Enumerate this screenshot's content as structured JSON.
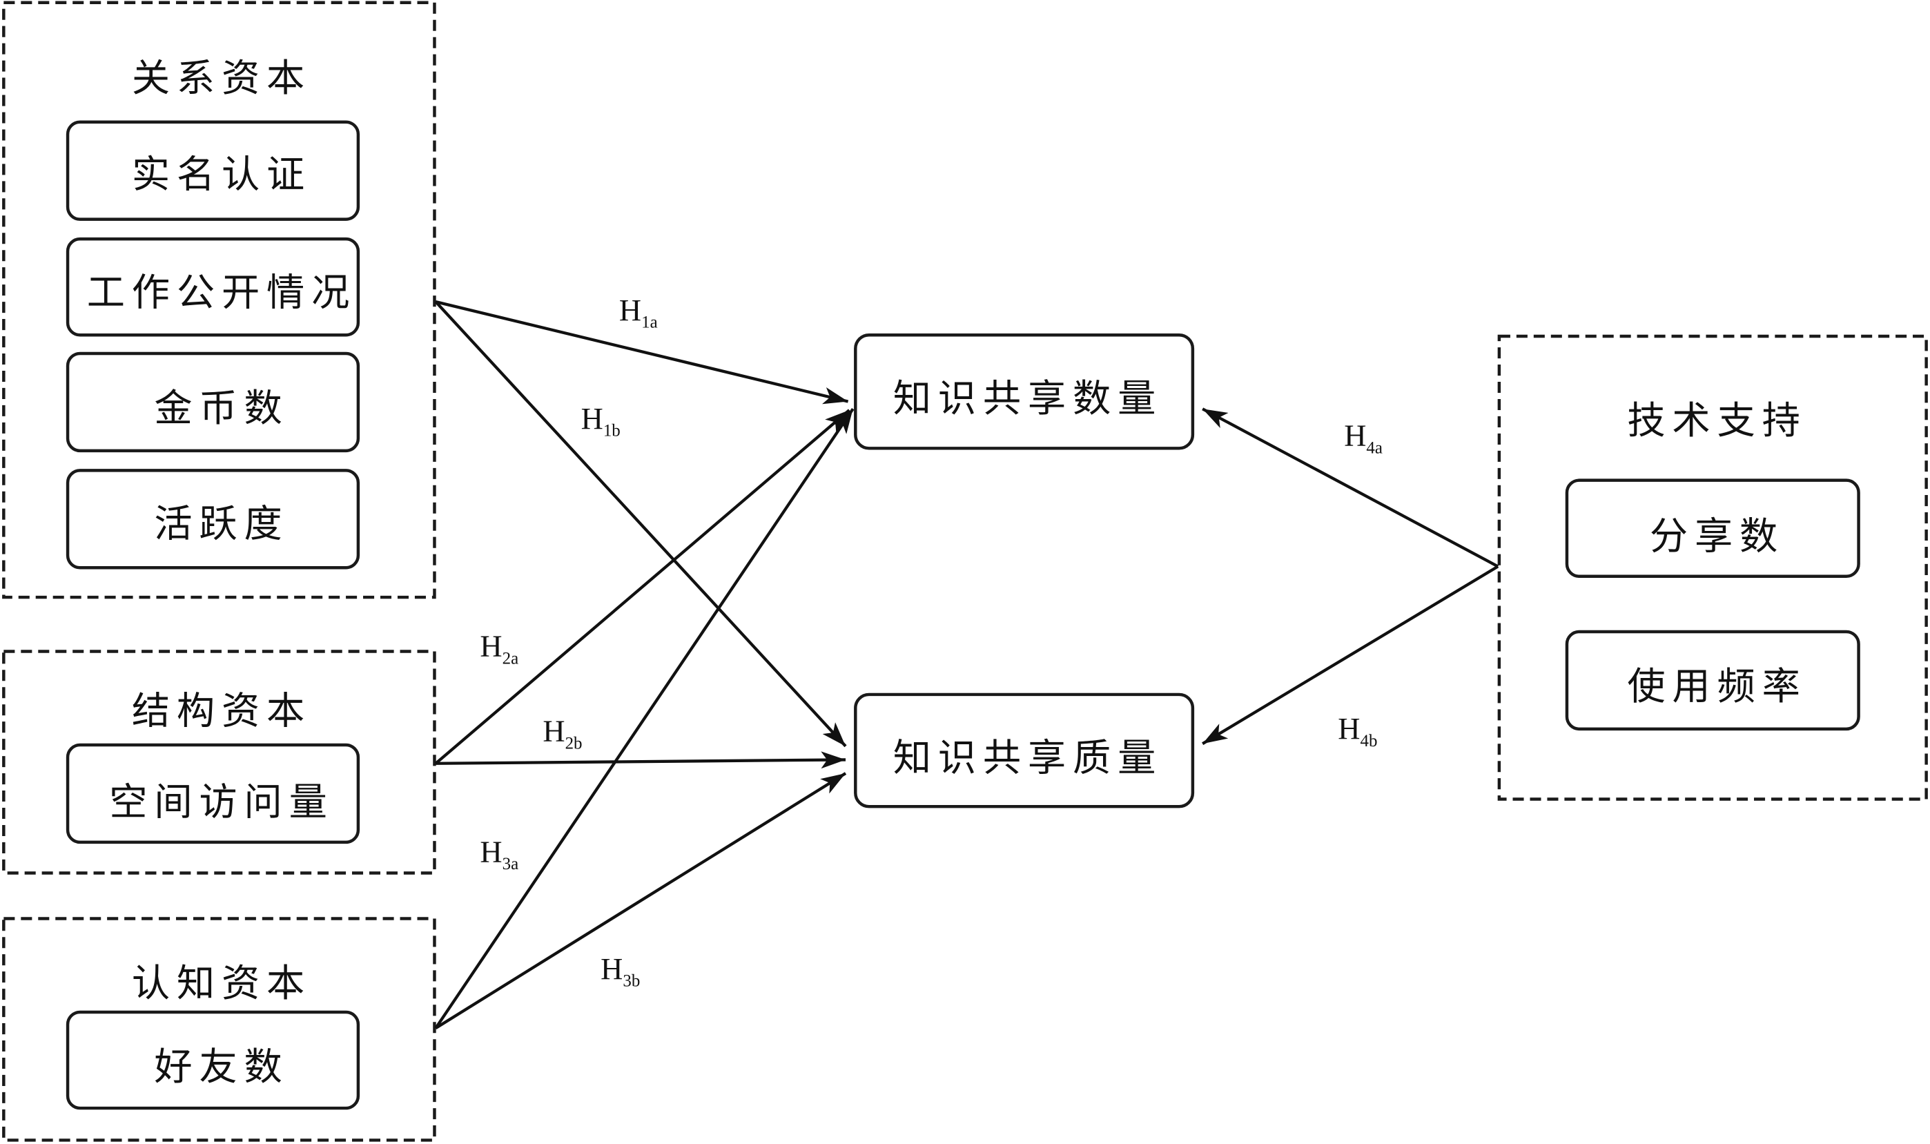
{
  "groups": [
    {
      "title": "关系资本",
      "items": [
        "实名认证",
        "工作公开情况",
        "金币数",
        "活跃度"
      ]
    },
    {
      "title": "结构资本",
      "items": [
        "空间访问量"
      ]
    },
    {
      "title": "认知资本",
      "items": [
        "好友数"
      ]
    },
    {
      "title": "技术支持",
      "items": [
        "分享数",
        "使用频率"
      ]
    }
  ],
  "outcomes": [
    "知识共享数量",
    "知识共享质量"
  ],
  "hypotheses": [
    {
      "main": "H",
      "sub": "1a"
    },
    {
      "main": "H",
      "sub": "1b"
    },
    {
      "main": "H",
      "sub": "2a"
    },
    {
      "main": "H",
      "sub": "2b"
    },
    {
      "main": "H",
      "sub": "3a"
    },
    {
      "main": "H",
      "sub": "3b"
    },
    {
      "main": "H",
      "sub": "4a"
    },
    {
      "main": "H",
      "sub": "4b"
    }
  ],
  "colors": {
    "line": "#111111",
    "background": "#ffffff"
  }
}
